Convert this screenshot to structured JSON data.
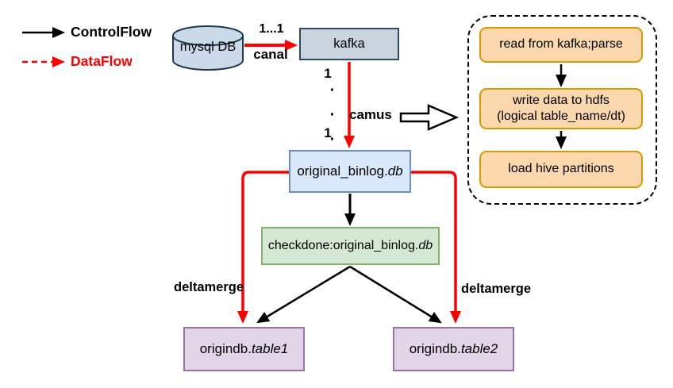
{
  "legend": {
    "control": {
      "label": "ControlFlow",
      "color": "#000000",
      "style": "solid"
    },
    "data": {
      "label": "DataFlow",
      "color": "#FF0000",
      "style": "dashed"
    }
  },
  "nodes": {
    "mysql": {
      "label": "mysql DB"
    },
    "kafka": {
      "label": "kafka"
    },
    "binlog": {
      "prefix": "original_binlog.",
      "italic": "db"
    },
    "checkdone": {
      "prefix": "checkdone:original_binlog.",
      "italic": "db"
    },
    "table1": {
      "prefix": "origindb.",
      "italic": "table1"
    },
    "table2": {
      "prefix": "origindb.",
      "italic": "table2"
    }
  },
  "pipeline": {
    "steps": [
      "read from kafka;parse",
      "write data to hdfs\n(logical table_name/dt)",
      "load hive partitions"
    ]
  },
  "edge_labels": {
    "cardinality": "1...1",
    "canal": "canal",
    "partition_top": "1",
    "partition_dots": "···",
    "partition_bottom": "1",
    "camus": "camus",
    "deltamerge_left": "deltamerge",
    "deltamerge_right": "deltamerge"
  },
  "colors": {
    "dataflow_red": "#FF0000",
    "control_black": "#000000",
    "kafka_fill": "#C9D4DF",
    "kafka_border": "#2C4A63",
    "mysql_fill": "#CCD9E8",
    "mysql_border": "#1D3A52",
    "binlog_fill": "#DAE8FC",
    "binlog_border": "#6C8EBF",
    "checkdone_fill": "#D5E8D4",
    "checkdone_border": "#82B366",
    "table_fill": "#E1D5E7",
    "table_border": "#9673A6",
    "pipeline_fill": "#FAD7AC",
    "pipeline_border": "#D79B00"
  }
}
